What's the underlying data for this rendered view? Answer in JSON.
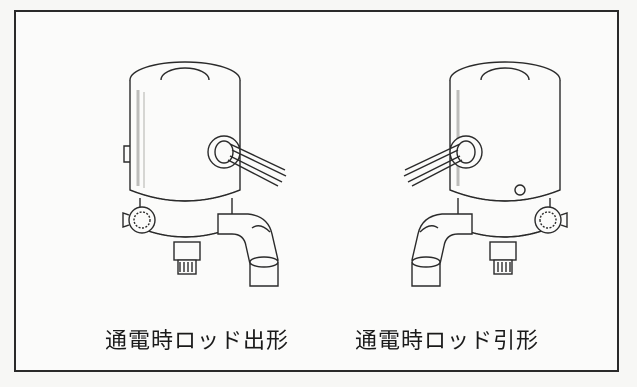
{
  "figures": [
    {
      "caption": "通電時ロッド出形",
      "variant": "rod-extended-when-energized"
    },
    {
      "caption": "通電時ロッド引形",
      "variant": "rod-retracted-when-energized"
    }
  ],
  "colors": {
    "line": "#2a2a2a",
    "shade": "#c9c9c6",
    "paper": "#fbfbfa"
  }
}
